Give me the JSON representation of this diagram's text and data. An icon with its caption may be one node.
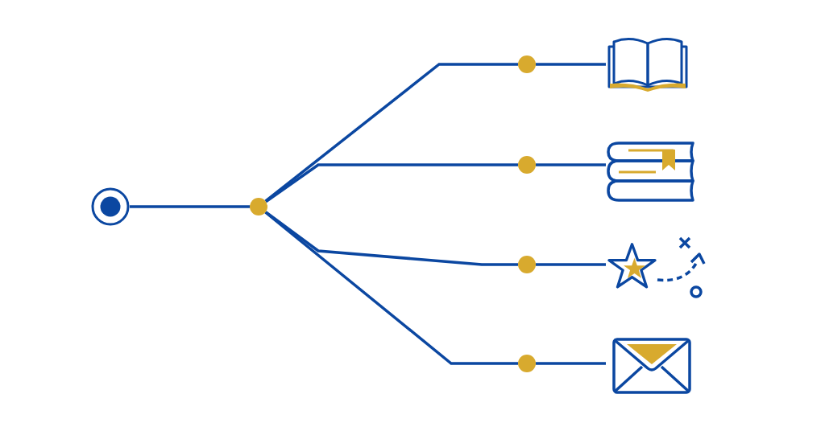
{
  "diagram": {
    "nodes": [
      {
        "text": [],
        "shape": "circle"
      },
      {
        "text": [],
        "shape": "circle"
      },
      {
        "text": [],
        "shape": "circle"
      },
      {
        "text": [],
        "shape": "circle"
      },
      {
        "text": [],
        "shape": "circle"
      },
      {
        "text": [],
        "shape": "circle"
      },
      {
        "text": [],
        "shape": "picture"
      },
      {
        "text": [],
        "shape": "picture"
      },
      {
        "text": [],
        "shape": "picture"
      },
      {
        "text": [],
        "shape": "picture"
      }
    ],
    "edges": [
      {
        "from": 0,
        "to": 1,
        "arrow": "none"
      },
      {
        "from": 1,
        "to": 2,
        "arrow": "none"
      },
      {
        "from": 1,
        "to": 3,
        "arrow": "none"
      },
      {
        "from": 1,
        "to": 4,
        "arrow": "none"
      },
      {
        "from": 1,
        "to": 5,
        "arrow": "none"
      },
      {
        "from": 2,
        "to": 6,
        "arrow": "none"
      },
      {
        "from": 3,
        "to": 7,
        "arrow": "none"
      },
      {
        "from": 4,
        "to": 8,
        "arrow": "none"
      },
      {
        "from": 5,
        "to": 9,
        "arrow": "none"
      }
    ]
  }
}
